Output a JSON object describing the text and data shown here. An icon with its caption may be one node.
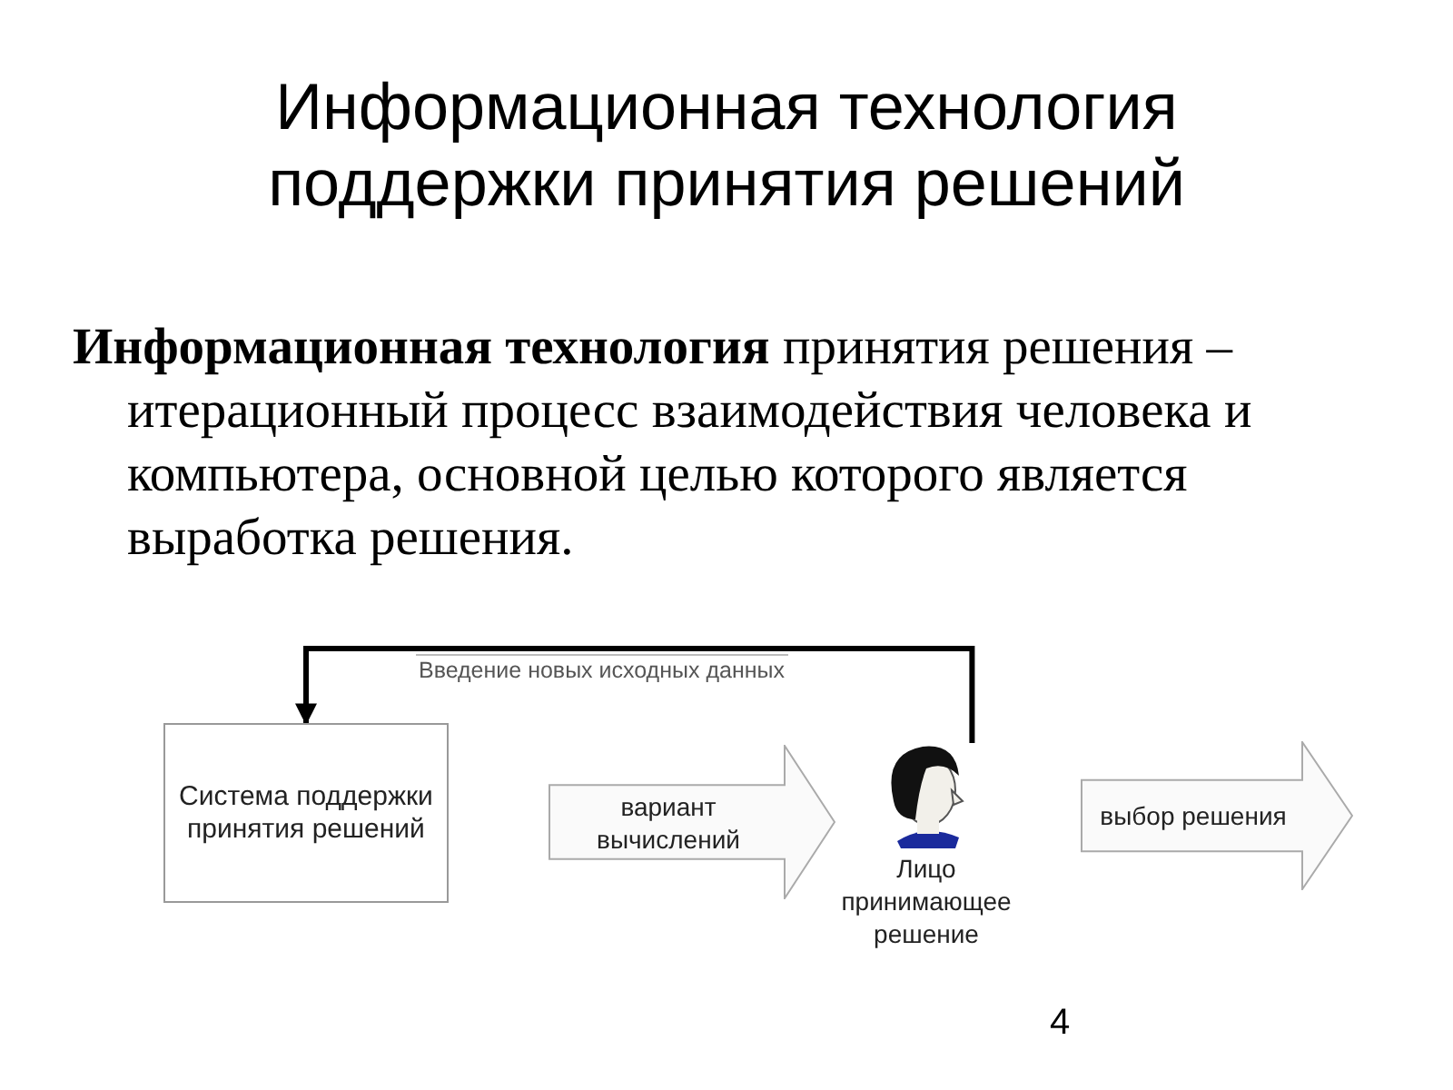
{
  "diagram": {
    "title": "Информационная технология поддержки принятия решений",
    "nodes": [
      {
        "text": [
          "Система поддержки принятия решений"
        ]
      },
      {
        "text": [
          "вариант вычислений"
        ]
      },
      {
        "text": [
          "Лицо принимающее решение"
        ]
      },
      {
        "text": [
          "выбор решения"
        ]
      }
    ],
    "edges": [
      {
        "from": 2,
        "to": 0,
        "arrow": "to",
        "label": "Введение новых исходных данных"
      }
    ],
    "labels": [
      "**Информационная технология** принятия решения – итерационный процесс взаимодействия человека и компьютера, основной целью которого является выработка решения.",
      "4"
    ]
  }
}
